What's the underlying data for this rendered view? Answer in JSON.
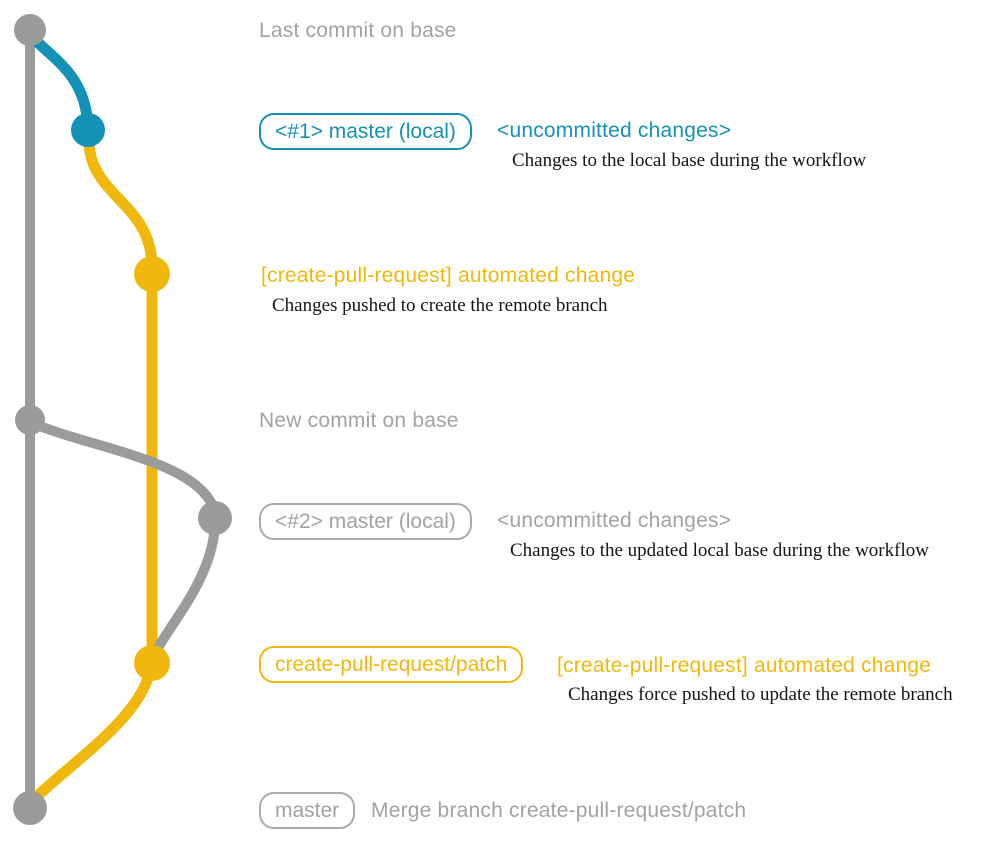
{
  "diagram": {
    "colors": {
      "branch_base_gray": "#9b9b9b",
      "branch_local_teal": "#1492b6",
      "branch_patch_yellow": "#f0b80c",
      "muted_text_gray": "#a2a2a2",
      "description_text": "#141414",
      "background": "#ffffff"
    },
    "commits": [
      {
        "id": "base-head",
        "label": "Last commit on base"
      },
      {
        "id": "local-master-1",
        "branch_badge": "<#1> master (local)",
        "title": "<uncommitted changes>",
        "description": "Changes to the local base during the workflow"
      },
      {
        "id": "patch-1",
        "title": "[create-pull-request] automated change",
        "description": "Changes pushed to create the remote branch"
      },
      {
        "id": "base-new",
        "label": "New commit on base"
      },
      {
        "id": "local-master-2",
        "branch_badge": "<#2> master (local)",
        "title": "<uncommitted changes>",
        "description": "Changes to the updated local base during the workflow"
      },
      {
        "id": "patch-2",
        "branch_badge": "create-pull-request/patch",
        "title": "[create-pull-request] automated change",
        "description": "Changes force pushed to update the remote branch"
      },
      {
        "id": "merge",
        "branch_badge": "master",
        "title": "Merge branch create-pull-request/patch"
      }
    ]
  }
}
